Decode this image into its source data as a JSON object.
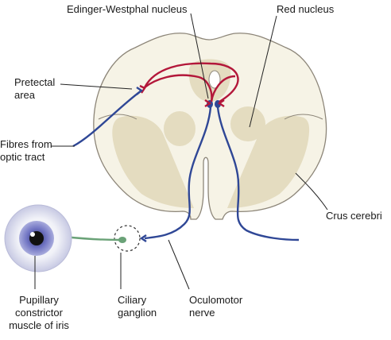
{
  "labels": {
    "edinger_westphal": "Edinger-Westphal nucleus",
    "red_nucleus": "Red nucleus",
    "pretectal_area": [
      "Pretectal",
      "area"
    ],
    "fibres_optic_tract": [
      "Fibres from",
      "optic tract"
    ],
    "crus_cerebri": "Crus cerebri",
    "pupillary_muscle": [
      "Pupillary",
      "constrictor",
      "muscle of iris"
    ],
    "ciliary_ganglion": [
      "Ciliary",
      "ganglion"
    ],
    "oculomotor_nerve": [
      "Oculomotor",
      "nerve"
    ]
  },
  "colors": {
    "midbrain_fill": "#f6f3e6",
    "outline": "#8c8578",
    "nucleus_fill": "#e4dcc0",
    "red_pathway": "#b3173a",
    "blue_pathway": "#2f4796",
    "green_pathway": "#6aa277",
    "eye_iris": "#8f92cf",
    "leader_line": "#222222"
  }
}
